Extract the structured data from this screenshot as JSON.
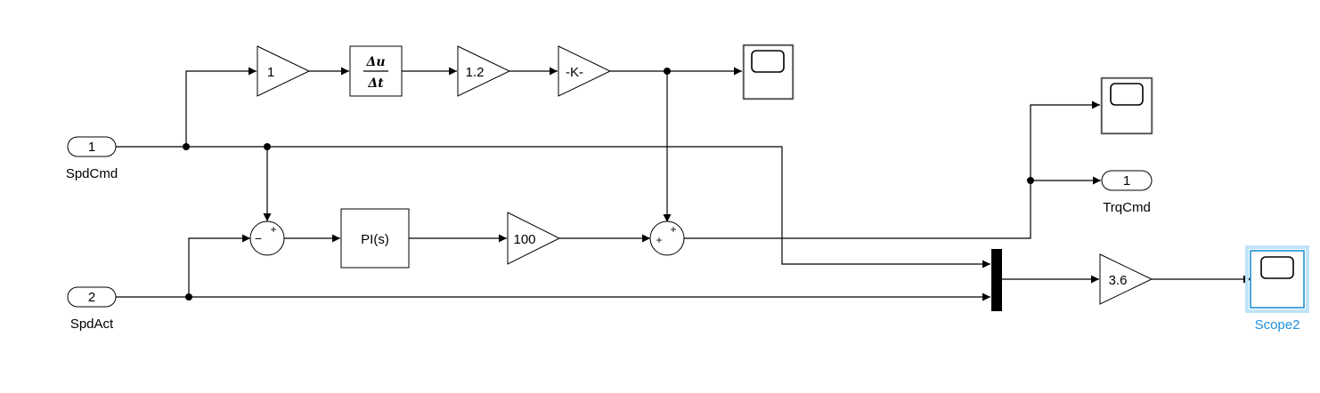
{
  "blocks": {
    "in1": {
      "number": "1",
      "name": "SpdCmd"
    },
    "in2": {
      "number": "2",
      "name": "SpdAct"
    },
    "gain_1": {
      "value": "1"
    },
    "derivative": {
      "numerator": "Δu",
      "denominator": "Δt"
    },
    "gain_1_2": {
      "value": "1.2"
    },
    "gain_k": {
      "value": "-K-"
    },
    "pi": {
      "label": "PI(s)"
    },
    "gain_100": {
      "value": "100"
    },
    "sum1": {
      "signs_top": "+",
      "signs_left": "−"
    },
    "sum2": {
      "signs_top": "+",
      "signs_left": "+"
    },
    "gain_3_6": {
      "value": "3.6"
    },
    "out1": {
      "number": "1",
      "name": "TrqCmd"
    },
    "scope2": {
      "name": "Scope2"
    }
  },
  "colors": {
    "line": "#000000",
    "selected": "#1f8fd8",
    "selected_halo": "#bfe3f7"
  }
}
